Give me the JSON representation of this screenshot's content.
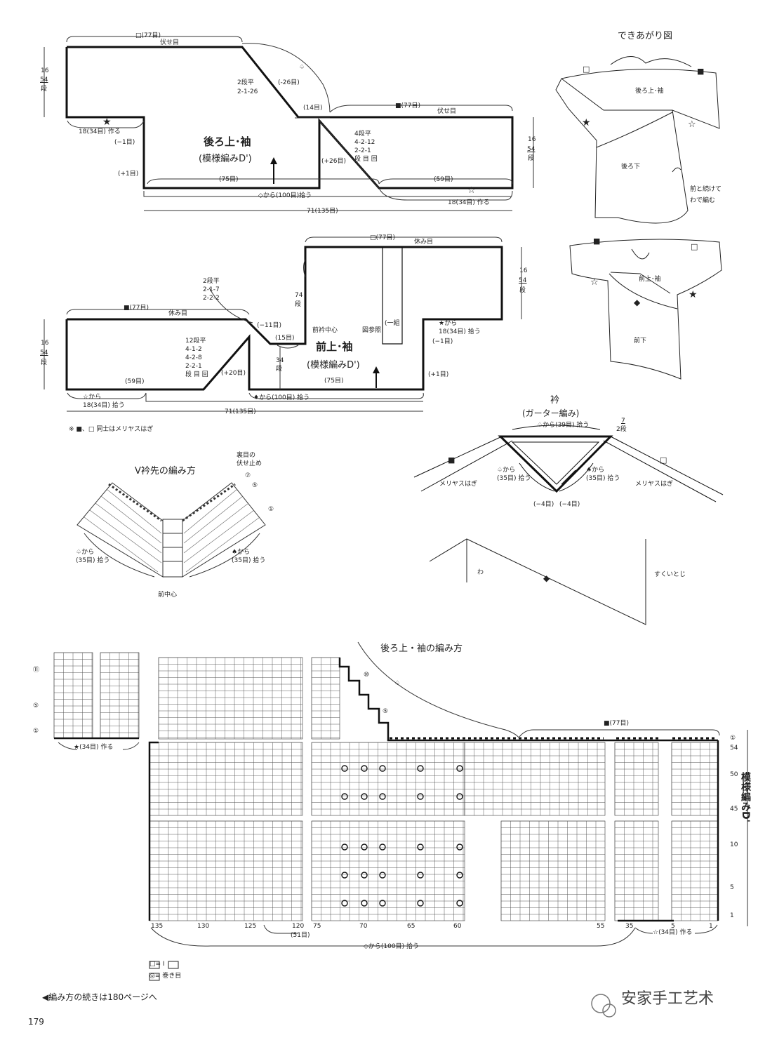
{
  "back_diagram": {
    "top_width": "□(77目)",
    "top_bindoff": "伏せ目",
    "left_height_cm": "16",
    "left_height_rows": "54",
    "left_height_unit": "段",
    "slope_rule": "2段平\n2-1-26",
    "slope_count": "(-26目)",
    "spade_mark": "♤",
    "neck_gap": "(14目)",
    "right_top_width": "■(77目)",
    "right_bindoff": "伏せ目",
    "left_cast": "18(34目) 作る",
    "minus1": "(−1目)",
    "plus1": "(+1目)",
    "title": "後ろ上･袖",
    "pattern": "(模様編みD')",
    "inc_rule": "4段平\n4-2-12\n2-2-1\n段 目 回",
    "inc_count": "(+26目)",
    "right_height_cm": "16",
    "right_height_rows": "54",
    "right_height_unit": "段",
    "bottom_mid": "(75目)",
    "bottom_right": "(59目)",
    "pickup": "◇から(100目)拾う",
    "right_cast": "18(34目) 作る",
    "total_width": "71(135目)"
  },
  "front_diagram": {
    "top_width": "□(77目)",
    "top_hold": "休み目",
    "left_top_width": "■(77目)",
    "left_hold": "休み目",
    "left_height_cm": "16",
    "left_height_rows": "54",
    "left_height_unit": "段",
    "slope_rule": "2段平\n2-1-7\n2-2-2",
    "slope_count": "(−11目)",
    "neck_width": "(15目)",
    "neck_center": "前衿中心",
    "rows74": "74",
    "rows74_unit": "段",
    "rows34": "34",
    "rows34_unit": "段",
    "ref": "図参照",
    "one_set": "(一組",
    "right_height_cm": "16",
    "right_height_rows": "54",
    "right_height_unit": "段",
    "star_pickup": "★から\n18(34目) 拾う",
    "minus1": "(−1目)",
    "inc_rule": "12段平\n4-1-2\n4-2-8\n2-2-1\n段 目 回",
    "inc_count": "(+20目)",
    "title": "前上･袖",
    "pattern": "(模様編みD')",
    "plus1": "(+1目)",
    "bottom_left": "(59目)",
    "bottom_mid": "(75目)",
    "left_pickup": "☆から\n18(34目) 拾う",
    "pickup": "♦から(100目) 拾う",
    "total_width": "71(135目)",
    "note": "※ ■、□ 同士はメリヤスはぎ"
  },
  "finished": {
    "title": "できあがり図",
    "back_label": "後ろ上･袖",
    "back_lower": "後ろ下",
    "continue_note": "前と続けて\nわで編む",
    "front_label": "前上･袖",
    "front_lower": "前下"
  },
  "collar": {
    "title": "衿",
    "subtitle": "(ガーター編み)",
    "top_pickup": "♤から(39目) 拾う",
    "rows": "7",
    "rows_unit": "2段",
    "left_pickup": "♤から\n(35目) 拾う",
    "right_pickup": "♠から\n(35目) 拾う",
    "left_graft": "メリヤスはぎ",
    "right_graft": "メリヤスはぎ",
    "dec_left": "(−4目)",
    "dec_right": "(−4目)"
  },
  "vneck": {
    "title": "V衿先の編み方",
    "bindoff": "裏目の\n伏せ止め",
    "row7": "⑦",
    "row5": "⑤",
    "row1": "①",
    "left_pickup": "♤から\n(35目) 拾う",
    "right_pickup": "♠から\n(35目) 拾う",
    "center": "前中心"
  },
  "skirt_sketch": {
    "wa": "わ",
    "seam": "すくいとじ"
  },
  "chart": {
    "title": "後ろ上・袖の編み方",
    "top_count": "■(77目)",
    "left_cast": "★(34目) 作る",
    "right_cast": "☆(34目) 作る",
    "pickup": "◇から(100目) 拾う",
    "mid_count": "(51目)",
    "pattern_vertical": "模様編みD'",
    "col_labels": [
      "135",
      "130",
      "125",
      "120",
      "75",
      "70",
      "65",
      "60",
      "55",
      "35",
      "5",
      "1"
    ],
    "row_labels_left": [
      "⑪",
      "⑤",
      "①"
    ],
    "row_labels_right": [
      "①",
      "54",
      "50",
      "45",
      "10",
      "5",
      "1"
    ],
    "step_labels": [
      "⑩",
      "⑤"
    ]
  },
  "legend": {
    "knit": "□= I",
    "wrap": "◎= 巻き目"
  },
  "continue_note": "◀編み方の続きは180ページへ",
  "page_number": "179",
  "watermark": "安家手工艺术"
}
